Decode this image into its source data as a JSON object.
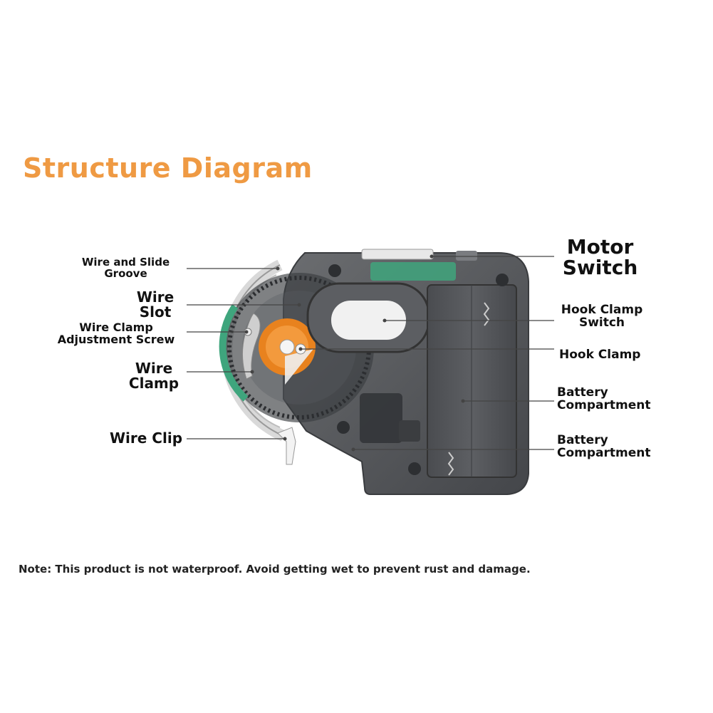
{
  "title": "Structure Diagram",
  "labels": {
    "wire_slide_groove": [
      "Wire and Slide",
      "Groove"
    ],
    "wire_slot": [
      "Wire",
      "Slot"
    ],
    "wire_clamp_screw": [
      "Wire Clamp",
      "Adjustment Screw"
    ],
    "wire_clamp": [
      "Wire",
      "Clamp"
    ],
    "wire_clip": "Wire Clip",
    "motor_switch": [
      "Motor",
      "Switch"
    ],
    "hook_clamp_switch": [
      "Hook Clamp",
      "Switch"
    ],
    "hook_clamp": "Hook Clamp",
    "battery_compartment_1": [
      "Battery",
      "Compartment"
    ],
    "battery_compartment_2": [
      "Battery",
      "Compartment"
    ]
  },
  "note": "Note: This product is not waterproof. Avoid getting wet to prevent rust and damage.",
  "colors": {
    "title": "#ef9a43",
    "housing": "#55575a",
    "accent_green": "#3fa57d",
    "accent_orange": "#e8821e"
  }
}
